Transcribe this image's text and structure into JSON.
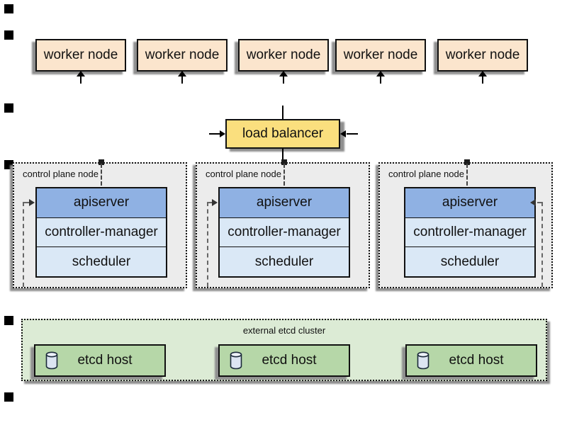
{
  "colors": {
    "worker_fill": "#FBE5CD",
    "load_balancer_fill": "#FADF7E",
    "apiserver_fill": "#8FB1E3",
    "component_fill": "#DAE8F6",
    "control_plane_fill": "#ECECEC",
    "etcd_cluster_fill": "#DCEBD5",
    "etcd_host_fill": "#B6D7A8",
    "cylinder_fill": "#DCE5F2",
    "shadow": "#8F8F8F",
    "line": "#000000"
  },
  "worker_nodes": [
    {
      "label": "worker node"
    },
    {
      "label": "worker node"
    },
    {
      "label": "worker node"
    },
    {
      "label": "worker node"
    },
    {
      "label": "worker node"
    }
  ],
  "load_balancer": {
    "label": "load balancer"
  },
  "control_plane_nodes": [
    {
      "label": "control plane node",
      "components": [
        {
          "label": "apiserver"
        },
        {
          "label": "controller-manager"
        },
        {
          "label": "scheduler"
        }
      ]
    },
    {
      "label": "control plane node",
      "components": [
        {
          "label": "apiserver"
        },
        {
          "label": "controller-manager"
        },
        {
          "label": "scheduler"
        }
      ]
    },
    {
      "label": "control plane node",
      "components": [
        {
          "label": "apiserver"
        },
        {
          "label": "controller-manager"
        },
        {
          "label": "scheduler"
        }
      ]
    }
  ],
  "etcd": {
    "label": "external etcd cluster",
    "hosts": [
      {
        "label": "etcd host"
      },
      {
        "label": "etcd host"
      },
      {
        "label": "etcd host"
      }
    ]
  }
}
